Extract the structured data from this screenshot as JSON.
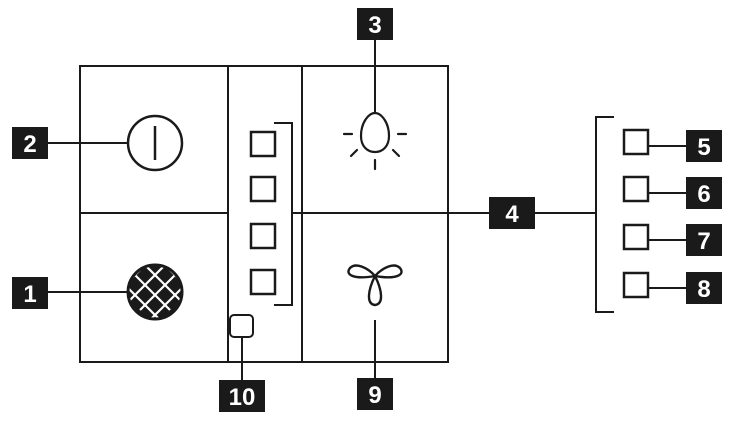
{
  "callouts": {
    "c1": "1",
    "c2": "2",
    "c3": "3",
    "c4": "4",
    "c5": "5",
    "c6": "6",
    "c7": "7",
    "c8": "8",
    "c9": "9",
    "c10": "10"
  },
  "icons": {
    "power": "power-icon",
    "grease_filter": "grease-filter-icon",
    "light": "light-bulb-icon",
    "fan": "fan-icon",
    "speed_buttons": "square-button-icon",
    "timer": "timer-button-icon"
  },
  "colors": {
    "ink": "#1a1a1a",
    "badge": "#1a1a1a",
    "badge_text": "#ffffff",
    "background": "#ffffff"
  }
}
